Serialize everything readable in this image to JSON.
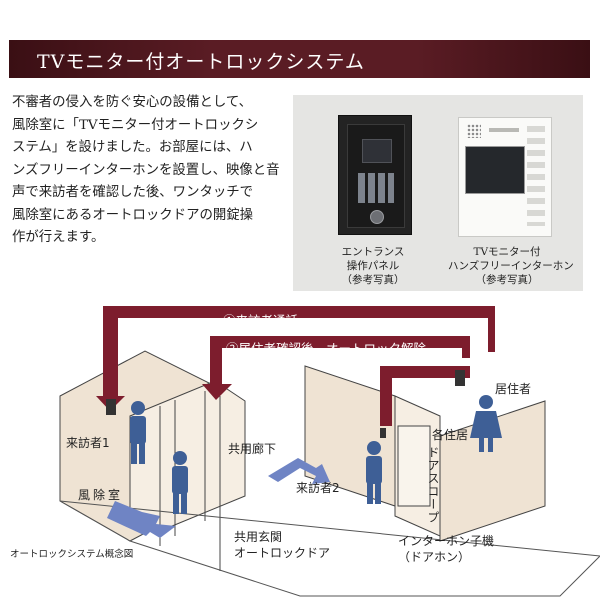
{
  "title": "TVモニター付オートロックシステム",
  "intro_lines": [
    "不審者の侵入を防ぐ安心の設備として、",
    "風除室に「TVモニター付オートロックシ",
    "ステム」を設けました。お部屋には、ハ",
    "ンズフリーインターホンを設置し、映像と音",
    "声で来訪者を確認した後、ワンタッチで",
    "風除室にあるオートロックドアの開錠操",
    "作が行えます。"
  ],
  "photos": {
    "left_caption": [
      "エントランス",
      "操作パネル",
      "（参考写真）"
    ],
    "right_caption": [
      "TVモニター付",
      "ハンズフリーインターホン",
      "（参考写真）"
    ]
  },
  "diagram": {
    "step1": "①来訪者通話",
    "step2": "②居住者確認後、オートロック解除",
    "visitor1": "来訪者1",
    "visitor2": "来訪者2",
    "resident": "居住者",
    "each_home": "各住居",
    "corridor": "共用廊下",
    "vestibule": "風除室",
    "entrance_line1": "共用玄関",
    "entrance_line2": "オートロックドア",
    "door_scope": "ドアスコープ",
    "handset_line1": "インターホン子機",
    "handset_line2": "（ドアホン）",
    "caption": "オートロックシステム概念図"
  },
  "colors": {
    "banner": "#4a161d",
    "arrow_maroon": "#7d1d2d",
    "arrow_blue": "#6f84c4",
    "figure_blue": "#3e5f96",
    "wall_beige": "#efe3d3"
  }
}
